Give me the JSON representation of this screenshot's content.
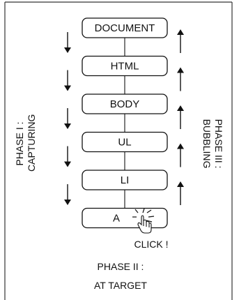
{
  "nodes": [
    "DOCUMENT",
    "HTML",
    "BODY",
    "UL",
    "LI",
    "A"
  ],
  "phases": {
    "capturing": [
      "PHASE I :",
      "CAPTURING"
    ],
    "bubbling": [
      "PHASE III :",
      "BUBBLING"
    ],
    "target": [
      "PHASE II :",
      "AT TARGET"
    ]
  },
  "click_label": "CLICK !",
  "icons": [
    "down-arrow-icon",
    "up-arrow-icon",
    "hand-cursor-icon",
    "click-burst-icon"
  ]
}
